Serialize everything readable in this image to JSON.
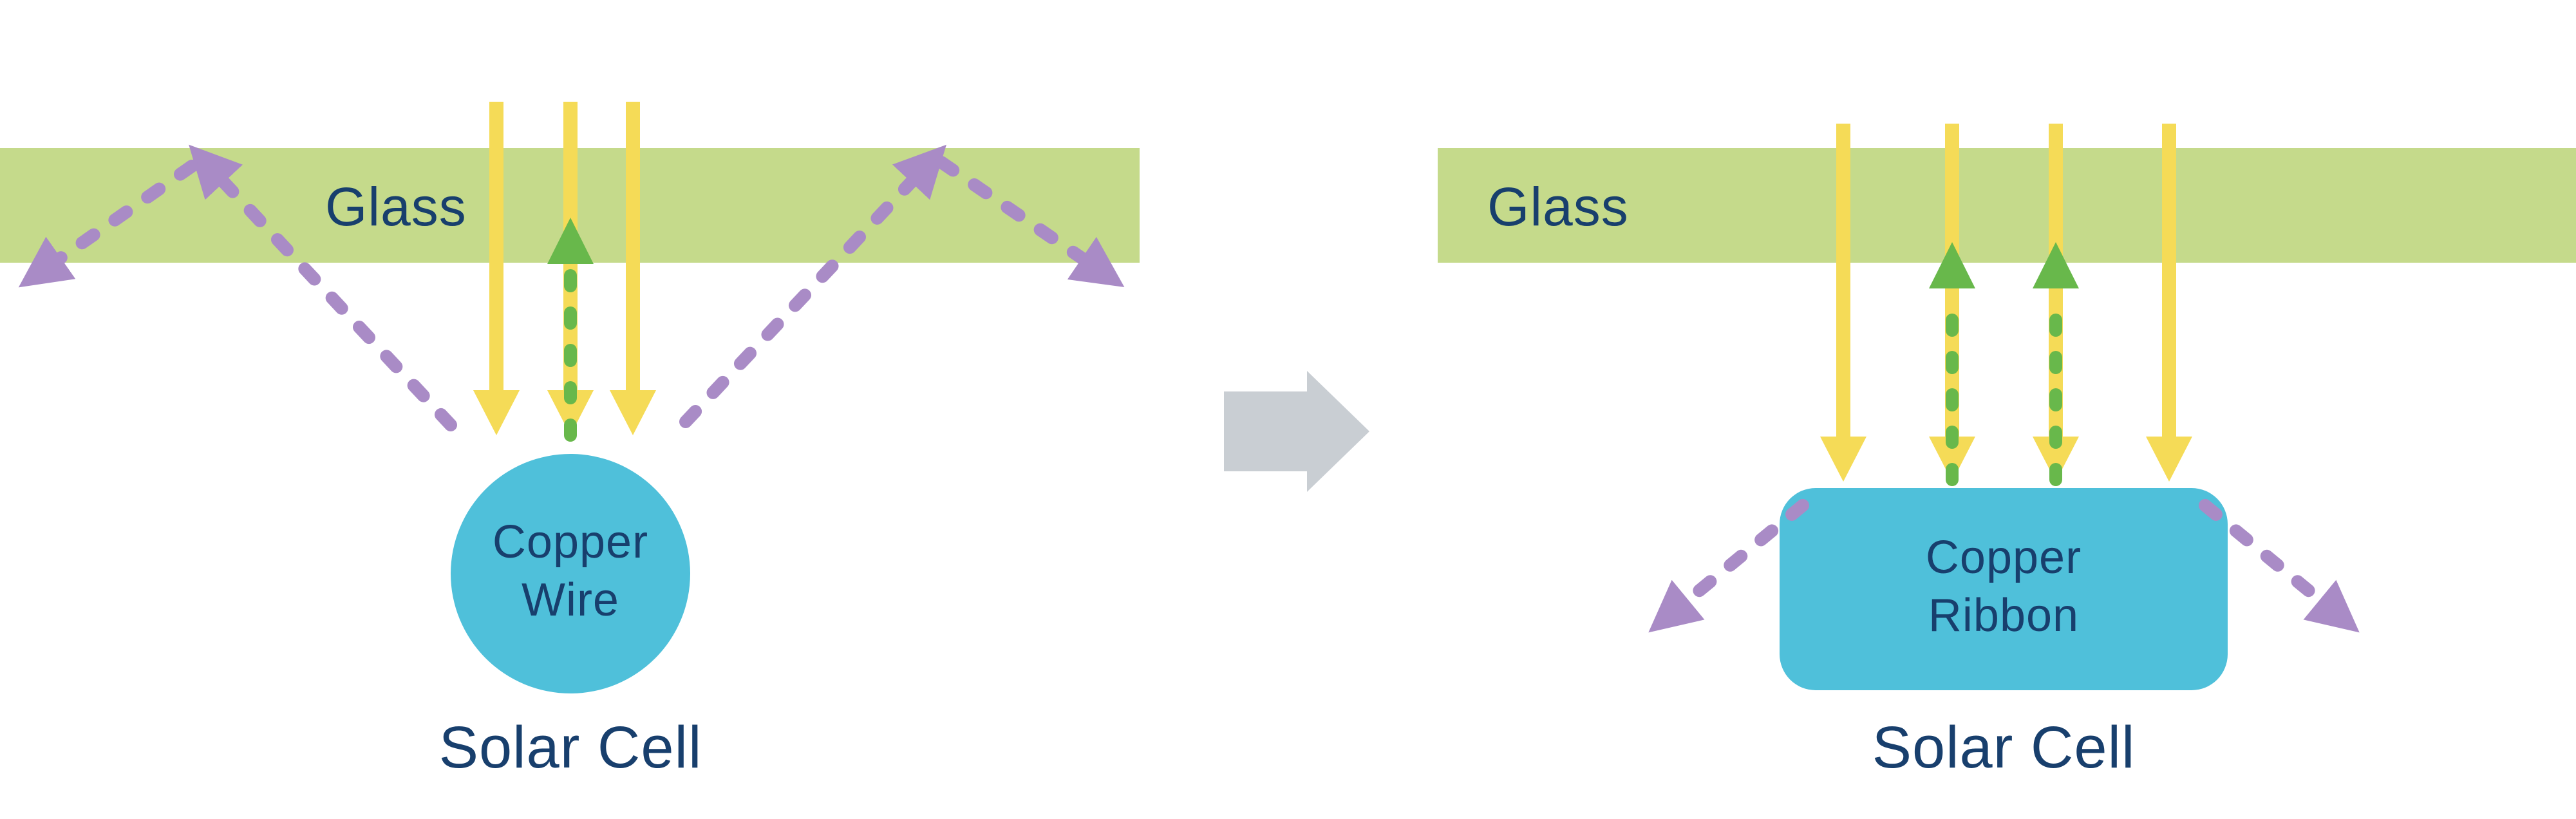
{
  "diagram": {
    "left_panel": {
      "glass_label": "Glass",
      "conductor_lines": [
        "Copper",
        "Wire"
      ],
      "cell_label": "Solar Cell"
    },
    "right_panel": {
      "glass_label": "Glass",
      "conductor_lines": [
        "Copper",
        "Ribbon"
      ],
      "cell_label": "Solar Cell"
    },
    "colors": {
      "glass_green": "#c5da8b",
      "sunlight_yellow": "#f5db57",
      "reflected_green": "#68b84b",
      "scattered_purple": "#a98bc6",
      "copper_blue": "#4fc0da",
      "label_navy": "#183f6d",
      "transition_gray": "#c9ced3",
      "background": "#ffffff"
    }
  }
}
